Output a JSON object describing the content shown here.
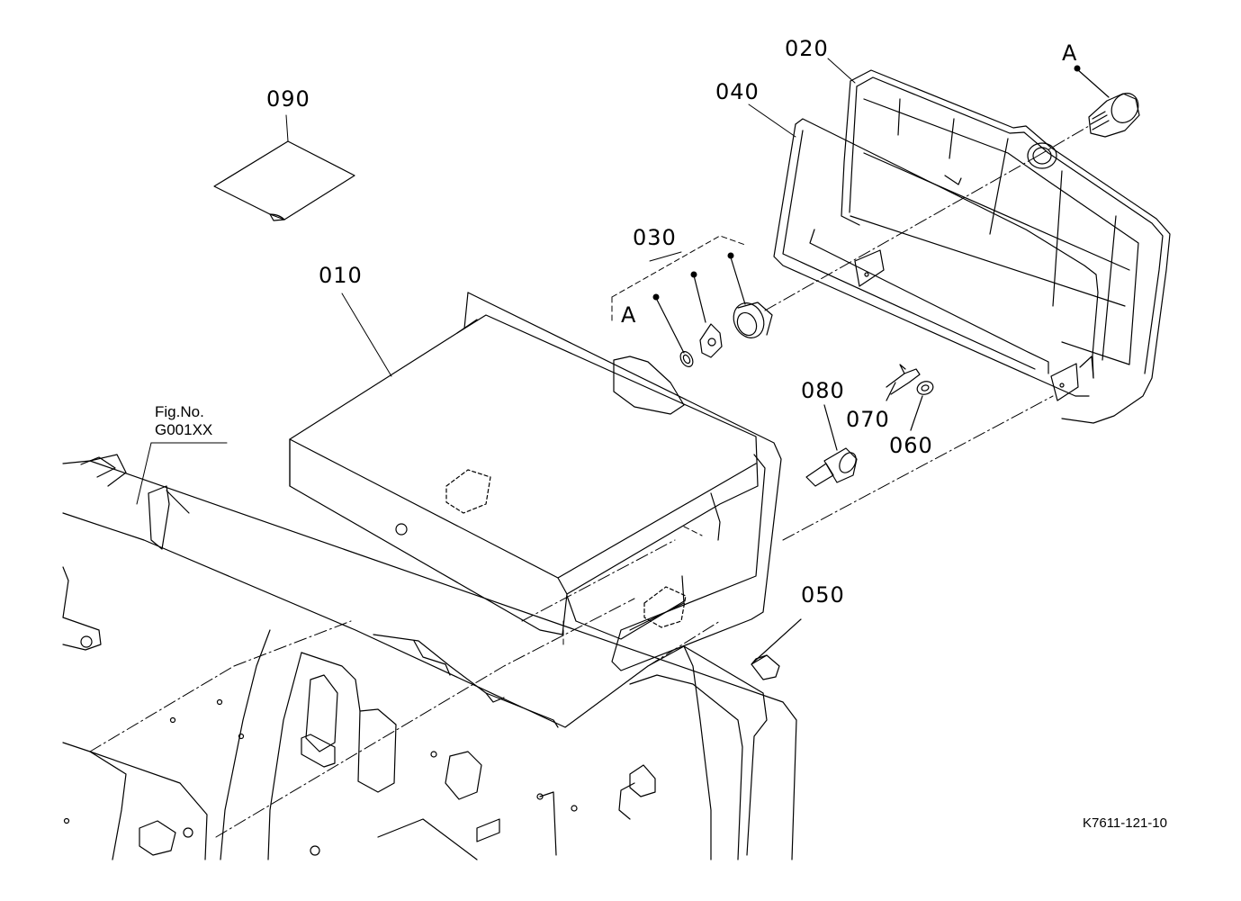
{
  "labels": {
    "p010": "010",
    "p020": "020",
    "p030": "030",
    "p040": "040",
    "p050": "050",
    "p060": "060",
    "p070": "070",
    "p080": "080",
    "p090": "090",
    "a_top": "A",
    "a_left": "A"
  },
  "fig_ref": {
    "line1": "Fig.No.",
    "line2": "G001XX"
  },
  "drawing_code": "K7611-121-10"
}
